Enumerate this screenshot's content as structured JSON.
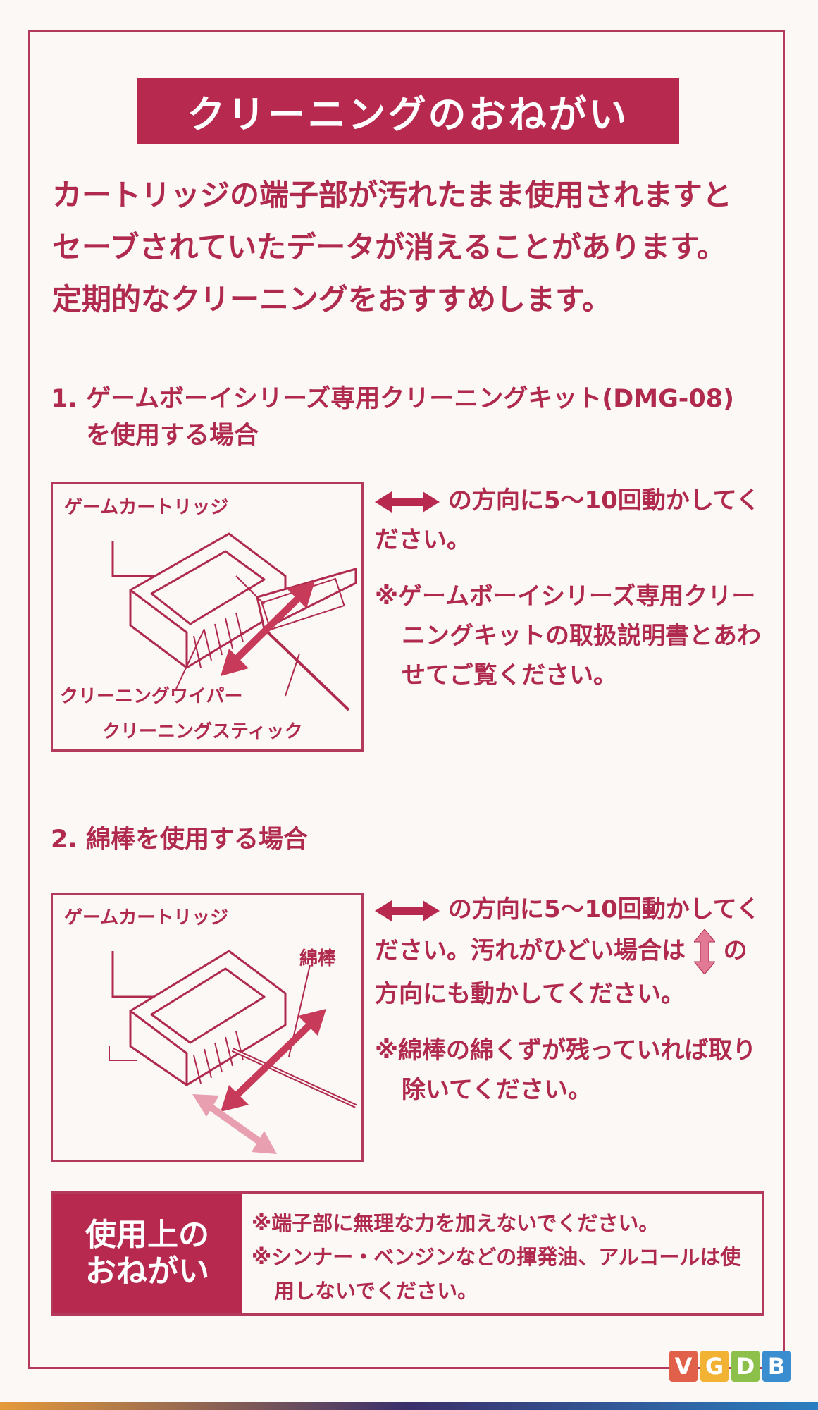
{
  "title": "クリーニングのおねがい",
  "intro": [
    "カートリッジの端子部が汚れたまま使用されますと",
    "セーブされていたデータが消えることがあります。",
    "定期的なクリーニングをおすすめします。"
  ],
  "section1": {
    "number": "1.",
    "heading_line1": "ゲームボーイシリーズ専用クリーニングキット(DMG-08)",
    "heading_line2": "を使用する場合",
    "label_cartridge": "ゲームカートリッジ",
    "label_wiper": "クリーニングワイパー",
    "label_stick": "クリーニングスティック",
    "instruction": "の方向に5～10回動かしてください。",
    "note": "※ゲームボーイシリーズ専用クリーニングキットの取扱説明書とあわせてご覧ください。"
  },
  "section2": {
    "number": "2.",
    "heading": "綿棒を使用する場合",
    "label_cartridge": "ゲームカートリッジ",
    "label_swab": "綿棒",
    "instruction_a": "の方向に5～10回動かしてください。汚れがひどい場合は",
    "instruction_b": "の方向にも動かしてください。",
    "note": "※綿棒の綿くずが残っていれば取り除いてください。"
  },
  "notice": {
    "label_line1": "使用上の",
    "label_line2": "おねがい",
    "items": [
      "※端子部に無理な力を加えないでください。",
      "※シンナー・ベンジンなどの揮発油、アルコールは使用しないでください。"
    ]
  },
  "watermark": {
    "letters": [
      "V",
      "G",
      "D",
      "B"
    ],
    "colors": [
      "#e0604a",
      "#f2b233",
      "#8cc04a",
      "#3a8ed0"
    ]
  },
  "colors": {
    "accent": "#b8294f",
    "text": "#b02a4e",
    "background": "#fbf8f5"
  }
}
